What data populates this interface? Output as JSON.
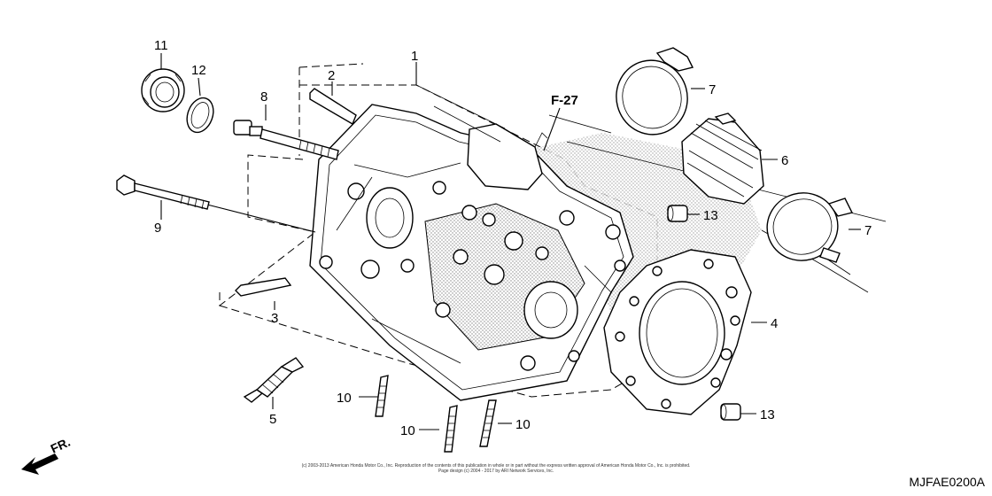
{
  "callouts": {
    "c1": "1",
    "c2": "2",
    "c3": "3",
    "c4": "4",
    "c5": "5",
    "c6": "6",
    "c7a": "7",
    "c7b": "7",
    "c8": "8",
    "c9": "9",
    "c10a": "10",
    "c10b": "10",
    "c10c": "10",
    "c11": "11",
    "c12": "12",
    "c13a": "13",
    "c13b": "13"
  },
  "reference": "F-27",
  "direction": "FR.",
  "diagram_code": "MJFAE0200A",
  "copyright": {
    "line1": "(c) 2003-2013 American Honda Motor Co., Inc. Reproduction of the contents of this publication in whole or in part without the express written approval of American Honda Motor Co., Inc. is prohibited.",
    "line2": "Page design (c) 2004 - 2017 by ARI Network Services, Inc."
  },
  "colors": {
    "ink": "#000000",
    "background": "#ffffff",
    "shading": "#9a9a9a"
  }
}
